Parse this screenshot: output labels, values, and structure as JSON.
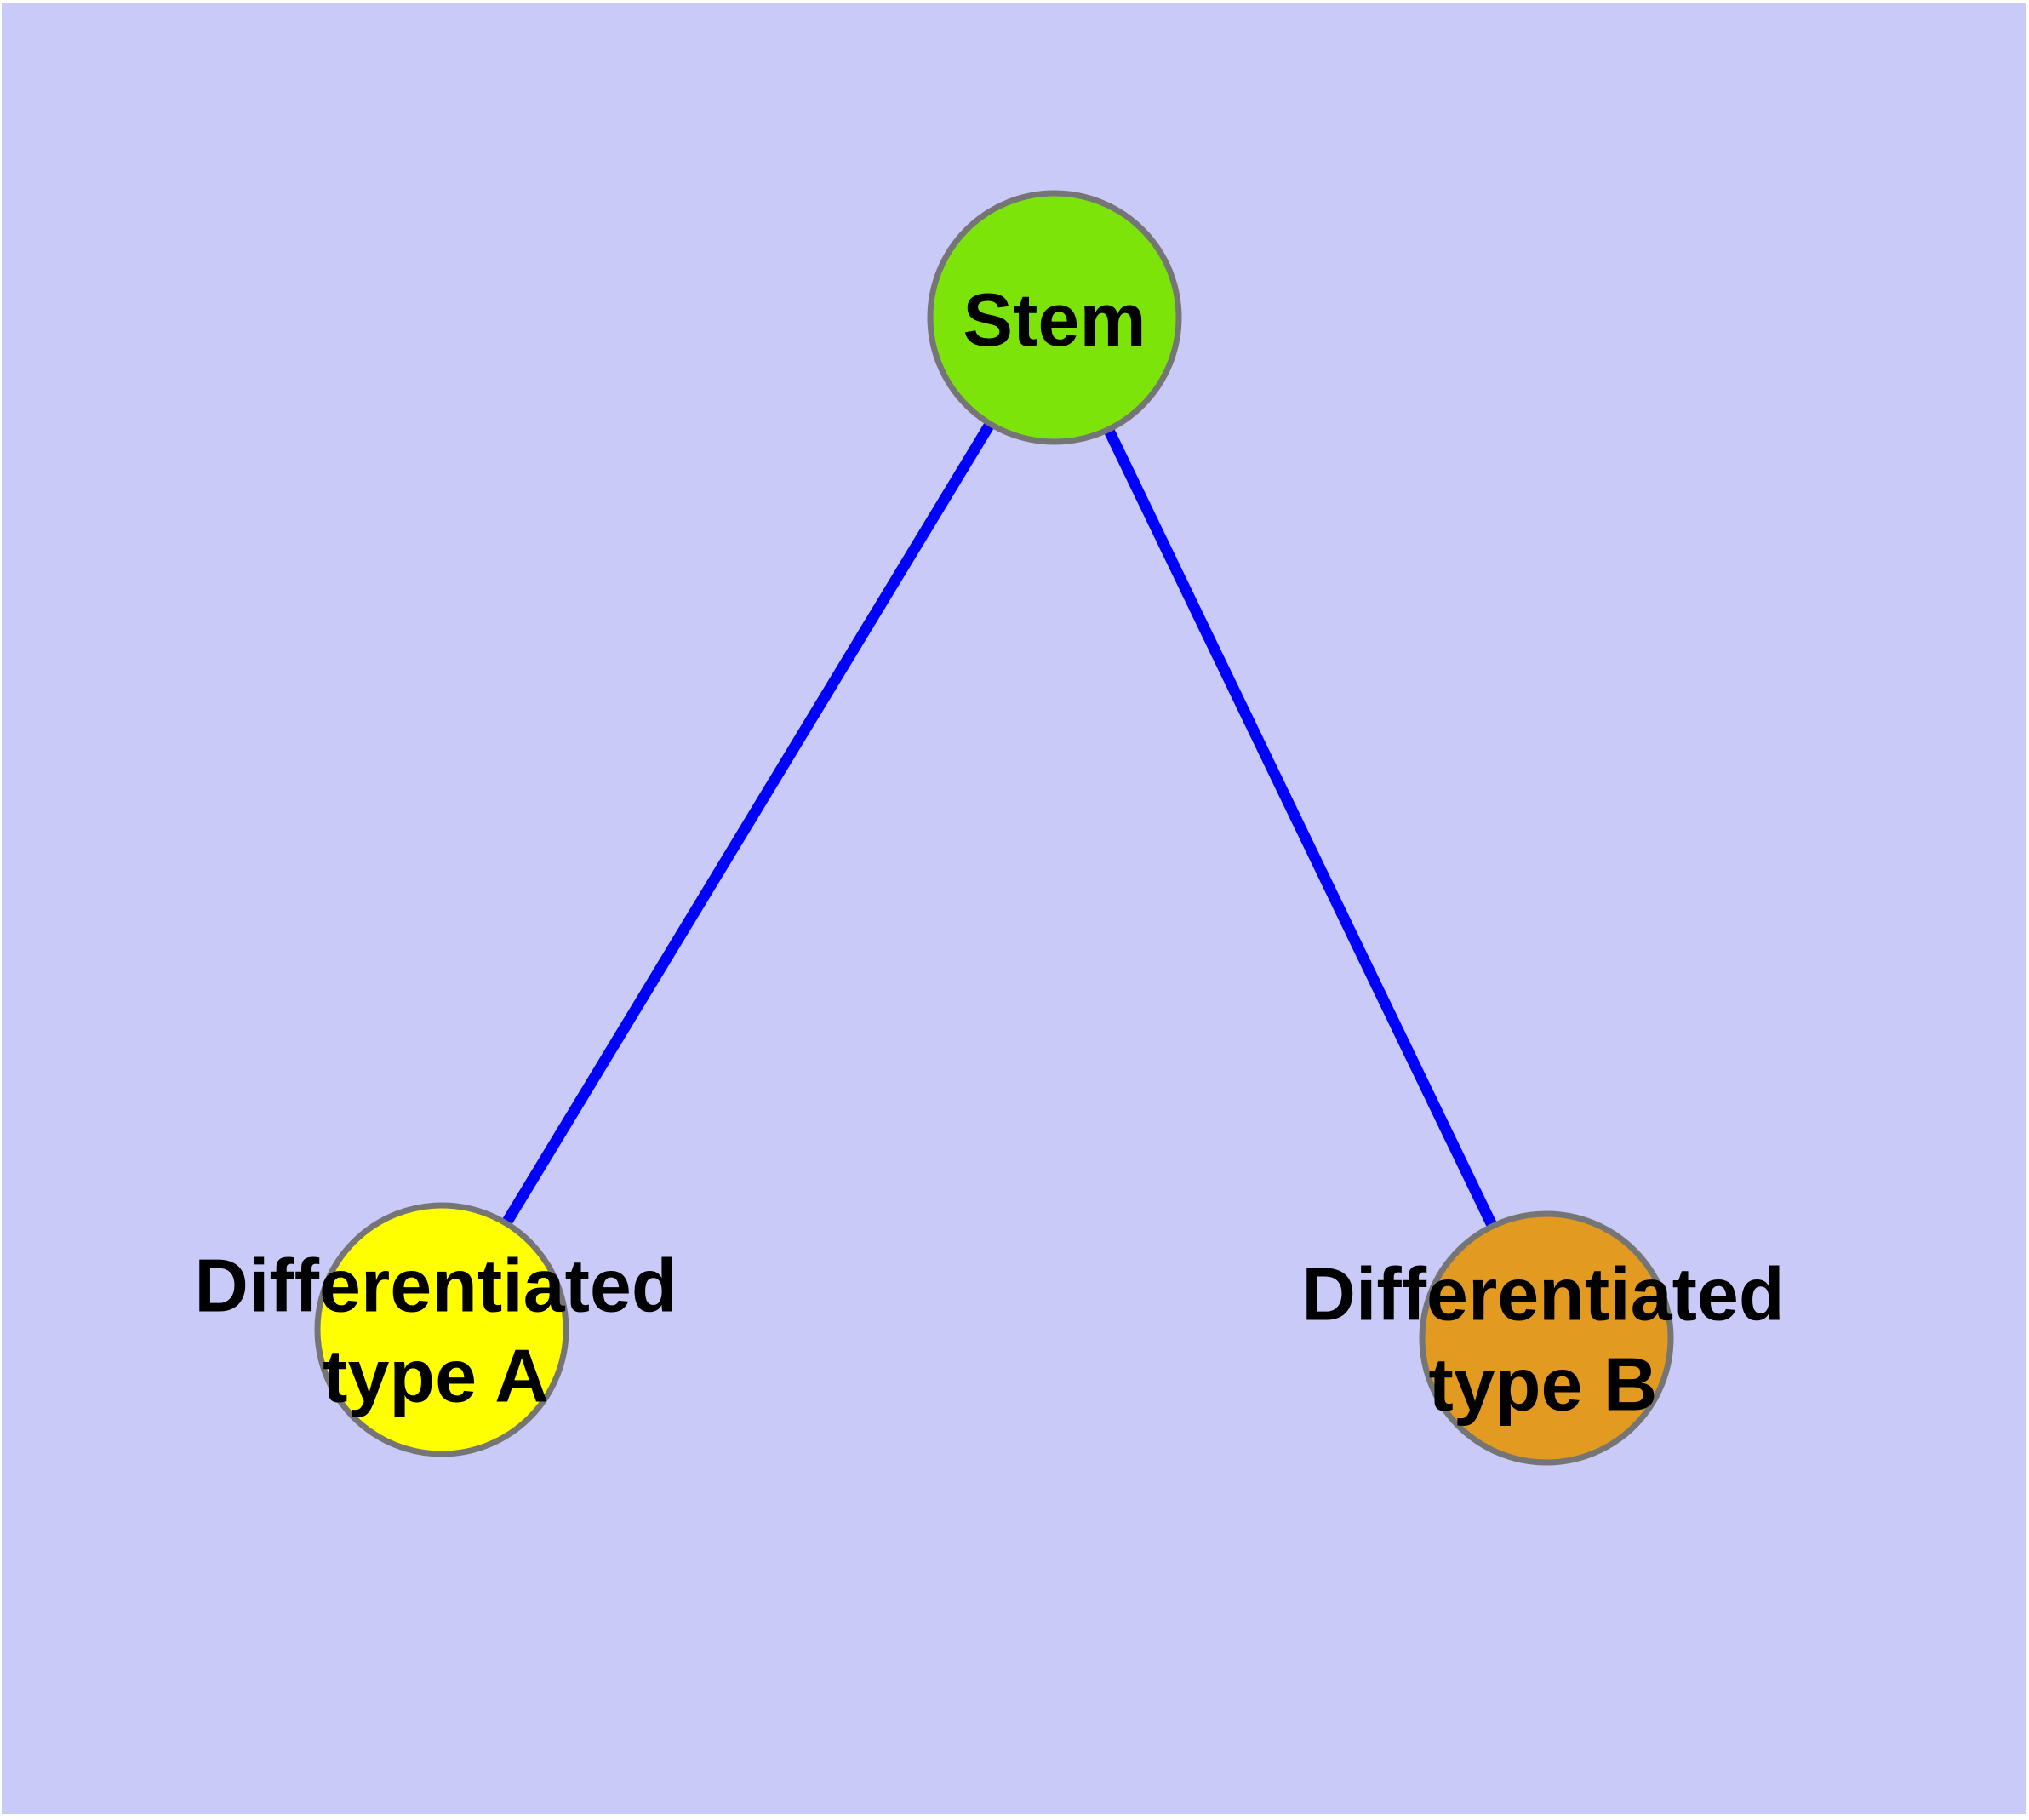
{
  "diagram": {
    "background_color": "#CACAF8",
    "text_color": "#000000",
    "node_border_color": "#757575",
    "nodes": [
      {
        "label": "Stem",
        "fill": "#7DE40A",
        "border_color": "#757575"
      },
      {
        "label": "Differentiated type A",
        "line1": "Differentiated",
        "line2": "type A",
        "fill": "#FFFF00",
        "border_color": "#757575"
      },
      {
        "label": "Differentiated type B",
        "line1": "Differentiated",
        "line2": "type B",
        "fill": "#E29A20",
        "border_color": "#757575"
      }
    ],
    "edges": [
      {
        "from": "Stem",
        "to": "Differentiated type A",
        "color": "#0000FF"
      },
      {
        "from": "Stem",
        "to": "Differentiated type B",
        "color": "#0000FF"
      }
    ]
  }
}
